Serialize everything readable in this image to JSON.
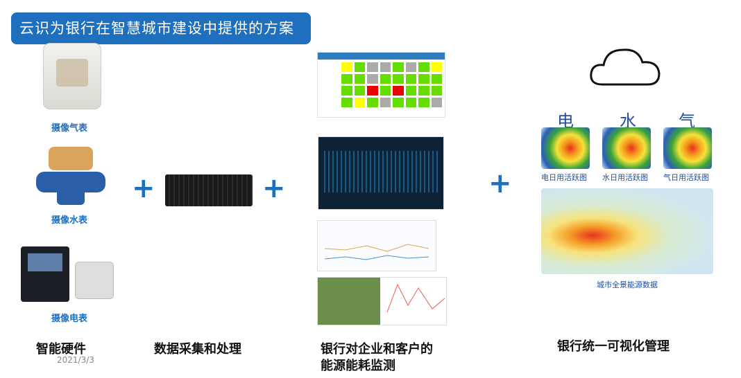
{
  "title": "云识为银行在智慧城市建设中提供的方案",
  "hardware": {
    "gas_label": "摄像气表",
    "water_label": "摄像水表",
    "electric_label": "摄像电表"
  },
  "plus": "+",
  "captions": {
    "hardware": "智能硬件",
    "data": "数据采集和处理",
    "monitor_line1": "银行对企业和客户的",
    "monitor_line2": "能源能耗监测",
    "visual": "银行统一可视化管理"
  },
  "date": "2021/3/3",
  "visual": {
    "chars": [
      "电",
      "水",
      "气"
    ],
    "heat_labels": [
      "电日用活跃图",
      "水日用活跃图",
      "气日用活跃图"
    ],
    "map_label": "城市全景能源数据"
  },
  "colors": {
    "accent": "#1f6fbf"
  }
}
